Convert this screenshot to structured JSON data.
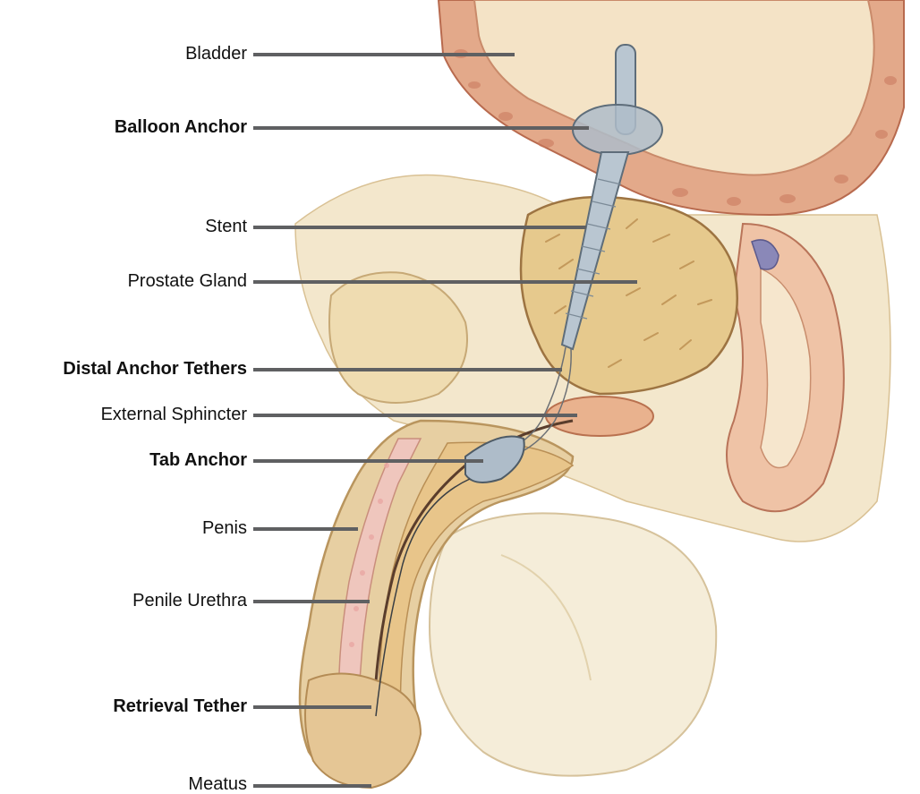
{
  "labels": [
    {
      "key": "bladder",
      "text": "Bladder",
      "bold": false
    },
    {
      "key": "balloon_anchor",
      "text": "Balloon Anchor",
      "bold": true
    },
    {
      "key": "stent",
      "text": "Stent",
      "bold": false
    },
    {
      "key": "prostate_gland",
      "text": "Prostate Gland",
      "bold": false
    },
    {
      "key": "distal_anchor_tethers",
      "text": "Distal Anchor Tethers",
      "bold": true
    },
    {
      "key": "external_sphincter",
      "text": "External Sphincter",
      "bold": false
    },
    {
      "key": "tab_anchor",
      "text": "Tab Anchor",
      "bold": true
    },
    {
      "key": "penis",
      "text": "Penis",
      "bold": false
    },
    {
      "key": "penile_urethra",
      "text": "Penile Urethra",
      "bold": false
    },
    {
      "key": "retrieval_tether",
      "text": "Retrieval Tether",
      "bold": true
    },
    {
      "key": "meatus",
      "text": "Meatus",
      "bold": false
    }
  ],
  "colors": {
    "leader_line": "#5f6062",
    "label_text": "#111111",
    "skin": "#f1e3c4",
    "skin_shadow": "#d9c194",
    "bladder_wall": "#e3a98a",
    "bladder_wall_spots": "#c9775c",
    "prostate": "#e6c98d",
    "prostate_streaks": "#b8894b",
    "spongy_tissue": "#e8c58a",
    "spongy_pink": "#e9a7a3",
    "device_glass": "#aebcc9",
    "device_edge": "#5e6d7a",
    "scrotum": "#f3ead5"
  }
}
